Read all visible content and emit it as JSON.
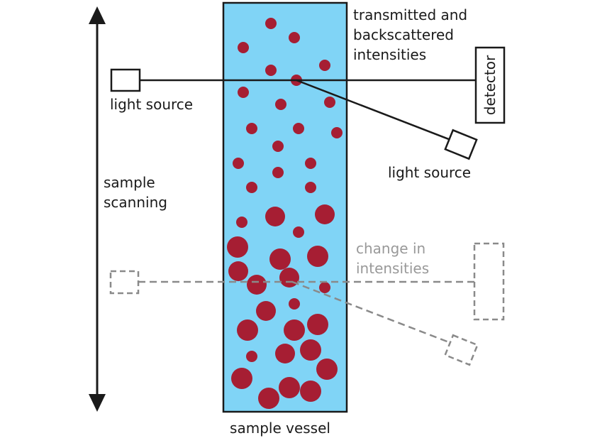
{
  "labels": {
    "sample_scanning_line1": "sample",
    "sample_scanning_line2": "scanning",
    "light_source_left": "light source",
    "light_source_right": "light source",
    "detector": "detector",
    "intensities_line1": "transmitted and",
    "intensities_line2": "backscattered",
    "intensities_line3": "intensities",
    "change_line1": "change in",
    "change_line2": "intensities",
    "sample_vessel": "sample vessel"
  },
  "colors": {
    "vessel_fill": "#80d4f6",
    "particle": "#a61e33",
    "line": "#1a1a1a",
    "dashed": "#8a8a8a",
    "change_text": "#999999"
  }
}
